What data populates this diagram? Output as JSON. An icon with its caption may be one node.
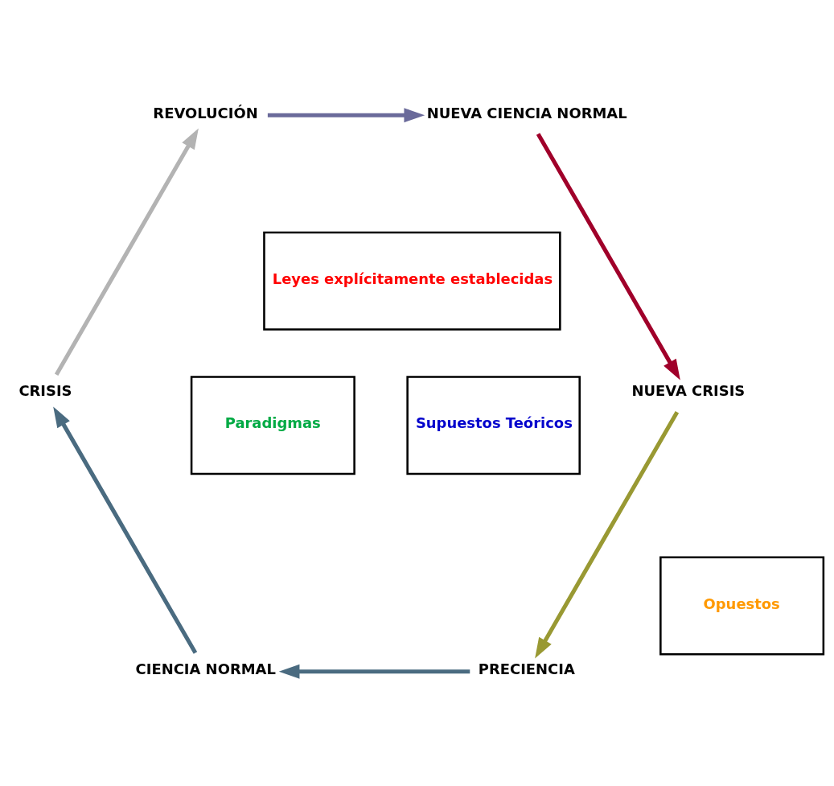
{
  "diagram": {
    "nodes": [
      {
        "text": [
          "PRECIENCIA"
        ]
      },
      {
        "text": [
          "CIENCIA NORMAL"
        ]
      },
      {
        "text": [
          "CRISIS"
        ]
      },
      {
        "text": [
          "REVOLUCIÓN"
        ]
      },
      {
        "text": [
          "NUEVA CIENCIA NORMAL"
        ]
      },
      {
        "text": [
          "NUEVA CRISIS"
        ]
      },
      {
        "text": [
          "Leyes explícitamente establecidas"
        ]
      },
      {
        "text": [
          "Supuestos Teóricos"
        ]
      },
      {
        "text": [
          "Paradigmas"
        ]
      },
      {
        "text": [
          "Opuestos"
        ]
      }
    ],
    "edges": [
      {
        "from": 0,
        "to": 1,
        "arrow": "to"
      },
      {
        "from": 1,
        "to": 2,
        "arrow": "to"
      },
      {
        "from": 2,
        "to": 3,
        "arrow": "to",
        "color": "#b3b3b3"
      },
      {
        "from": 3,
        "to": 4,
        "arrow": "to",
        "color": "#6a6a9a"
      },
      {
        "from": 4,
        "to": 5,
        "arrow": "to",
        "color": "#a0002a"
      },
      {
        "from": 5,
        "to": 0,
        "arrow": "to",
        "color": "#999933"
      }
    ]
  }
}
